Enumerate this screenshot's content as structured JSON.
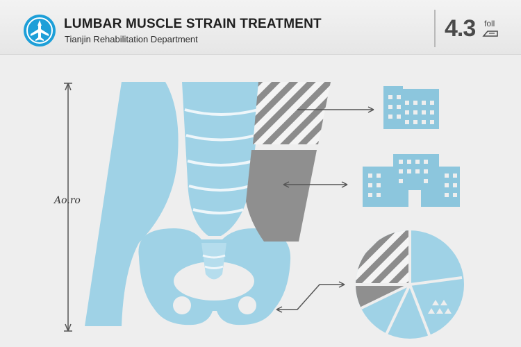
{
  "header": {
    "title": "LUMBAR MUSCLE STRAIN TREATMENT",
    "subtitle": "Tianjin Rehabilitation Department",
    "rating_value": "4.3",
    "rating_unit": "foll",
    "logo_icon": "airplane-icon",
    "rating_icon": "cursor-tag-icon"
  },
  "diagram": {
    "vertical_axis_label": "Ao.ro",
    "icons": [
      "hospital-building-icon",
      "hospital-building-icon",
      "pie-chart-icon"
    ],
    "colors": {
      "light_blue": "#9fd2e6",
      "gray": "#8f8f8f",
      "accent_blue": "#1d9fd8",
      "arrow": "#555555"
    }
  }
}
